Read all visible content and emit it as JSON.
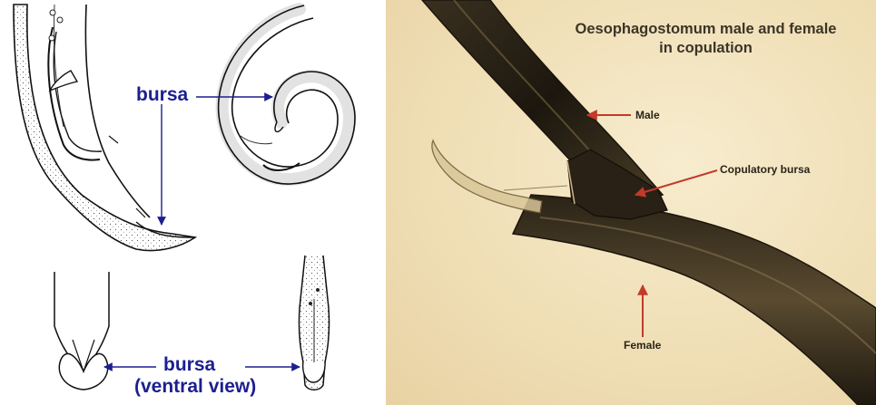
{
  "left_figure": {
    "bursa_label": "bursa",
    "bursa_ventral_label": "bursa",
    "ventral_view_label": "(ventral view)",
    "label_color": "#1c1f8f"
  },
  "right_photo": {
    "title_line1": "Oesophagostomum male and female",
    "title_line2": "in copulation",
    "male_label": "Male",
    "copulatory_bursa_label": "Copulatory bursa",
    "female_label": "Female",
    "arrow_color": "#c23a2a",
    "background_color": "#f0dfb6"
  }
}
